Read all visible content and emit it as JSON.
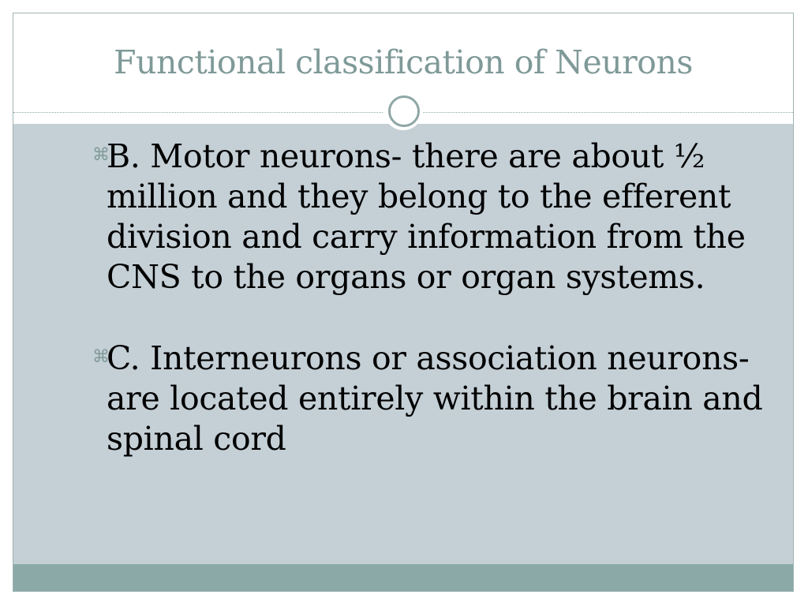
{
  "slide": {
    "title": "Functional classification of Neurons",
    "bullets": [
      {
        "text": "B. Motor neurons- there are about ½ million and they belong to the efferent division and carry information from the CNS to the organs or organ systems."
      },
      {
        "text": "C. Interneurons or association neurons- are located entirely within the brain and spinal cord"
      }
    ]
  },
  "colors": {
    "title": "#7f9a98",
    "content_background": "#c4cfd6",
    "footer_bar": "#8aa9a7",
    "accent": "#8fa6a6"
  },
  "icons": {
    "bullet": "ornate-x-bullet-icon",
    "divider_ornament": "circle-ornament-icon"
  }
}
